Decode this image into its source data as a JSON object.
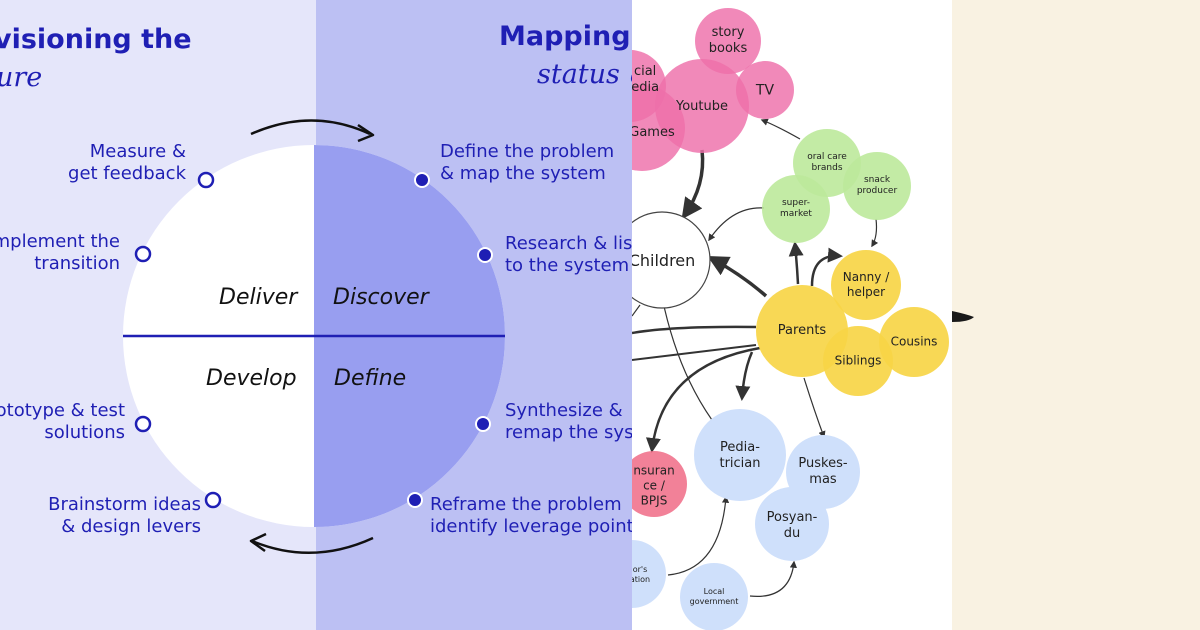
{
  "left": {
    "headings": {
      "envisioning_line1": "visioning the",
      "envisioning_line2": "ure",
      "mapping_line1": "Mapping t",
      "mapping_line2": "status q"
    },
    "phases": {
      "deliver": "Deliver",
      "discover": "Discover",
      "develop": "Develop",
      "define": "Define"
    },
    "steps": [
      {
        "line1": "Measure &",
        "line2": "get feedback"
      },
      {
        "line1": "mplement the",
        "line2": "transition"
      },
      {
        "line1": "ototype & test",
        "line2": "solutions"
      },
      {
        "line1": "Brainstorm ideas",
        "line2": "& design levers"
      },
      {
        "line1": "Define the problem",
        "line2": "& map the system"
      },
      {
        "line1": "Research & lis",
        "line2": "to the system"
      },
      {
        "line1": "Synthesize &",
        "line2": "remap the sys"
      },
      {
        "line1": "Reframe the problem",
        "line2": "identify leverage point"
      }
    ],
    "colors": {
      "light_bg": "#e5e6fa",
      "mid_bg": "#bcc0f3",
      "quarter_fill": "#989ef0",
      "text_blue": "#1f1fb4"
    }
  },
  "map": {
    "nodes": [
      {
        "id": "social-media",
        "label": "cial\nedia",
        "color": "pink"
      },
      {
        "id": "games",
        "label": "Games",
        "color": "pink"
      },
      {
        "id": "story-books",
        "label": "story\nbooks",
        "color": "pink"
      },
      {
        "id": "youtube",
        "label": "Youtube",
        "color": "pink"
      },
      {
        "id": "tv",
        "label": "TV",
        "color": "pink"
      },
      {
        "id": "oral-care-brands",
        "label": "oral care\nbrands",
        "color": "green"
      },
      {
        "id": "snack-producer",
        "label": "snack\nproducer",
        "color": "green"
      },
      {
        "id": "supermarket",
        "label": "super-\nmarket",
        "color": "green"
      },
      {
        "id": "children",
        "label": "Children",
        "color": "white"
      },
      {
        "id": "nanny",
        "label": "Nanny /\nhelper",
        "color": "yellow"
      },
      {
        "id": "parents",
        "label": "Parents",
        "color": "yellow"
      },
      {
        "id": "siblings",
        "label": "Siblings",
        "color": "yellow"
      },
      {
        "id": "cousins",
        "label": "Cousins",
        "color": "yellow"
      },
      {
        "id": "insurance",
        "label": "nsuran\nce /\nBPJS",
        "color": "red"
      },
      {
        "id": "pediatrician",
        "label": "Pedia-\ntrician",
        "color": "blue"
      },
      {
        "id": "puskesmas",
        "label": "Puskes-\nmas",
        "color": "blue"
      },
      {
        "id": "posyandu",
        "label": "Posyan-\ndu",
        "color": "blue"
      },
      {
        "id": "doctors-association",
        "label": "or's\nation",
        "color": "blue"
      },
      {
        "id": "local-government",
        "label": "Local\ngovernment",
        "color": "blue"
      }
    ],
    "colors": {
      "pink": "#ee6fa9",
      "green": "#bde99b",
      "yellow": "#f7d546",
      "red": "#f06b86",
      "blue": "#cfe0fb",
      "white": "#ffffff"
    }
  }
}
